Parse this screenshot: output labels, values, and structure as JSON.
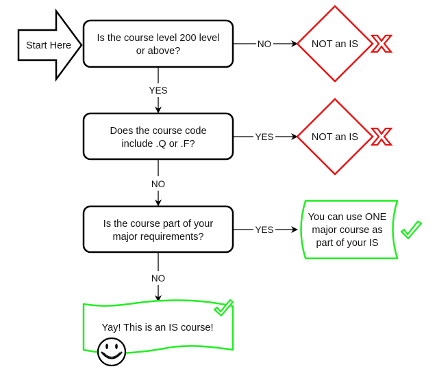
{
  "title": "Is this course an IS course? flowchart",
  "colors": {
    "stroke": "#000000",
    "negative": "#ee1111",
    "positive": "#22ee22",
    "text": "#111111"
  },
  "start": {
    "label": "Start Here"
  },
  "decisions": [
    {
      "id": "q1",
      "lines": [
        "Is the course level 200 level",
        "or above?"
      ]
    },
    {
      "id": "q2",
      "lines": [
        "Does the course code",
        "include .Q or .F?"
      ]
    },
    {
      "id": "q3",
      "lines": [
        "Is the course part of your",
        "major requirements?"
      ]
    }
  ],
  "outcomes": {
    "not_is_1": {
      "label": "NOT an IS",
      "icon": "x-mark-icon"
    },
    "not_is_2": {
      "label": "NOT an IS",
      "icon": "x-mark-icon"
    },
    "major": {
      "lines": [
        "You can use ONE",
        "major course as",
        "part of your IS"
      ],
      "icon": "checkmark-icon"
    },
    "yay": {
      "label": "Yay! This is an IS course!",
      "icons": [
        "checkmark-icon",
        "smiley-face-icon"
      ]
    }
  },
  "edges": [
    {
      "from": "q1",
      "to": "not_is_1",
      "label": "NO"
    },
    {
      "from": "q1",
      "to": "q2",
      "label": "YES"
    },
    {
      "from": "q2",
      "to": "not_is_2",
      "label": "YES"
    },
    {
      "from": "q2",
      "to": "q3",
      "label": "NO"
    },
    {
      "from": "q3",
      "to": "major",
      "label": "YES"
    },
    {
      "from": "q3",
      "to": "yay",
      "label": "NO"
    }
  ]
}
